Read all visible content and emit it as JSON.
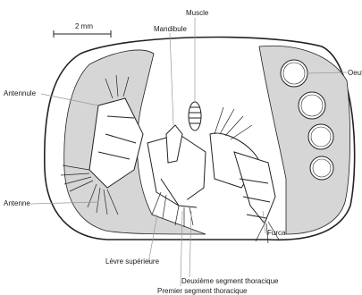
{
  "labels": {
    "muscle": "Muscle",
    "mandibule": "Mandibule",
    "scale": "2 mm",
    "oeuf": "Oeuf",
    "antennule": "Antennule",
    "antenne": "Antenne",
    "furca": "Furca",
    "levre_superieure": "Lèvre supérieure",
    "deuxieme_segment": "Deuxième segment thoracique",
    "premier_segment": "Premier segment thoracique"
  },
  "colors": {
    "shell_fill": "#ffffff",
    "inner_fill": "#d6d6d6",
    "line": "#222222",
    "leader": "#999999"
  }
}
